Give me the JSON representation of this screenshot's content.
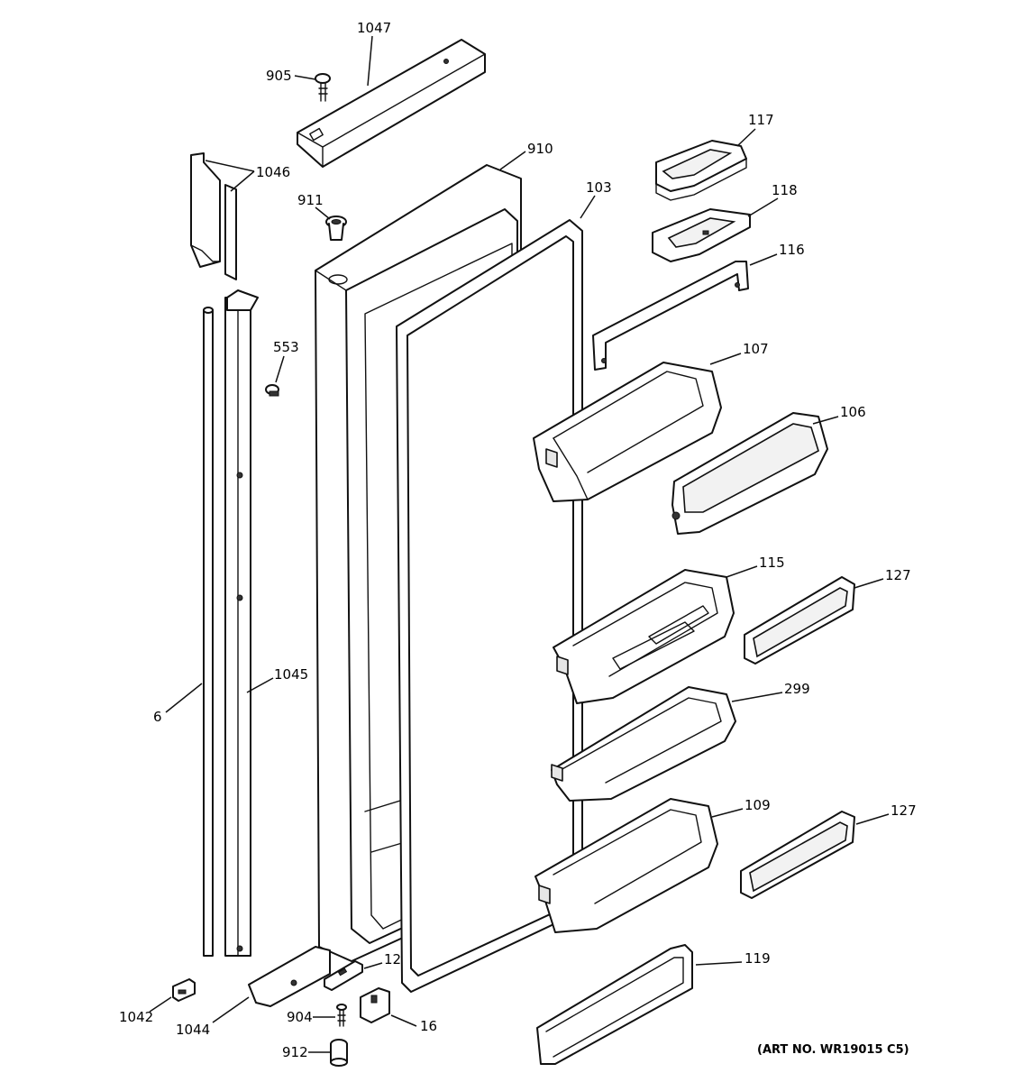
{
  "callouts": [
    {
      "id": "p1047",
      "text": "1047"
    },
    {
      "id": "p905",
      "text": "905"
    },
    {
      "id": "p910",
      "text": "910"
    },
    {
      "id": "p1046",
      "text": "1046"
    },
    {
      "id": "p911",
      "text": "911"
    },
    {
      "id": "p103",
      "text": "103"
    },
    {
      "id": "p117",
      "text": "117"
    },
    {
      "id": "p118",
      "text": "118"
    },
    {
      "id": "p116",
      "text": "116"
    },
    {
      "id": "p553",
      "text": "553"
    },
    {
      "id": "p107",
      "text": "107"
    },
    {
      "id": "p106",
      "text": "106"
    },
    {
      "id": "p115",
      "text": "115"
    },
    {
      "id": "p127a",
      "text": "127"
    },
    {
      "id": "p1045",
      "text": "1045"
    },
    {
      "id": "p6",
      "text": "6"
    },
    {
      "id": "p299",
      "text": "299"
    },
    {
      "id": "p109",
      "text": "109"
    },
    {
      "id": "p127b",
      "text": "127"
    },
    {
      "id": "p119",
      "text": "119"
    },
    {
      "id": "p12",
      "text": "12"
    },
    {
      "id": "p1042",
      "text": "1042"
    },
    {
      "id": "p1044",
      "text": "1044"
    },
    {
      "id": "p904",
      "text": "904"
    },
    {
      "id": "p16",
      "text": "16"
    },
    {
      "id": "p912",
      "text": "912"
    }
  ],
  "art_number": "(ART NO. WR19015 C5)"
}
